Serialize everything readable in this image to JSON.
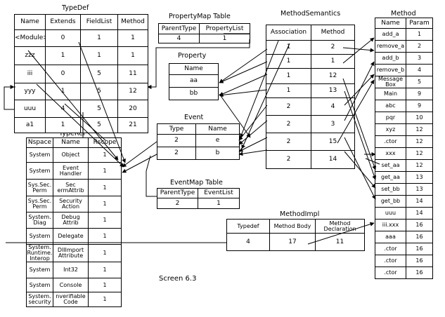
{
  "typedef": {
    "title": "TypeDef",
    "columns": [
      "Name",
      "Extends",
      "FieldList",
      "Method"
    ],
    "rows": [
      [
        "<Module>",
        "0",
        "1",
        "1"
      ],
      [
        "zzz",
        "1",
        "1",
        "1"
      ],
      [
        "iii",
        "0",
        "5",
        "11"
      ],
      [
        "yyy",
        "1",
        "5",
        "12"
      ],
      [
        "uuu",
        "4",
        "5",
        "20"
      ],
      [
        "a1",
        "1",
        "5",
        "21"
      ]
    ]
  },
  "propertymap": {
    "title": "PropertyMap Table",
    "columns": [
      "ParentType",
      "PropertyList"
    ],
    "rows": [
      [
        "4",
        "1"
      ]
    ]
  },
  "property": {
    "title": "Property",
    "columns": [
      "Name"
    ],
    "rows": [
      [
        "aa"
      ],
      [
        "bb"
      ]
    ]
  },
  "event": {
    "title": "Event",
    "columns": [
      "Type",
      "Name"
    ],
    "rows": [
      [
        "2",
        "e"
      ],
      [
        "2",
        "b"
      ]
    ]
  },
  "eventmap": {
    "title": "EventMap Table",
    "columns": [
      "ParentType",
      "EventList"
    ],
    "rows": [
      [
        "2",
        "1"
      ]
    ]
  },
  "typeref": {
    "title": "TypeRef",
    "columns": [
      "Nspace",
      "Name",
      "Rscope"
    ],
    "rows": [
      [
        "System",
        "Object",
        "1"
      ],
      [
        "System",
        "Event Handler",
        "1"
      ],
      [
        "Sys.Sec. Perm",
        "Sec ermAttrib",
        "1"
      ],
      [
        "Sys.Sec. Perm",
        "Security Action",
        "1"
      ],
      [
        "System. Diag",
        "Debug Attrib",
        "1"
      ],
      [
        "System",
        "Delegate",
        "1"
      ],
      [
        "System. Runtime. Interop",
        "DllImport Attribute",
        "1"
      ],
      [
        "System",
        "Int32",
        "1"
      ],
      [
        "System",
        "Console",
        "1"
      ],
      [
        "System. security",
        "nverifiable Code",
        "1"
      ]
    ]
  },
  "methodsemantics": {
    "title": "MethodSemantics",
    "columns": [
      "Association",
      "Method"
    ],
    "rows": [
      [
        "1",
        "2"
      ],
      [
        "1",
        "1"
      ],
      [
        "1",
        "12"
      ],
      [
        "1",
        "13"
      ],
      [
        "2",
        "4"
      ],
      [
        "2",
        "3"
      ],
      [
        "2",
        "15"
      ],
      [
        "2",
        "14"
      ]
    ]
  },
  "method": {
    "title": "Method",
    "columns": [
      "Name",
      "Param"
    ],
    "rows": [
      [
        "add_a",
        "1"
      ],
      [
        "remove_a",
        "2"
      ],
      [
        "add_b",
        "3"
      ],
      [
        "remove_b",
        "4"
      ],
      [
        "Message Box",
        "5"
      ],
      [
        "Main",
        "9"
      ],
      [
        "abc",
        "9"
      ],
      [
        "pqr",
        "10"
      ],
      [
        "xyz",
        "12"
      ],
      [
        ".ctor",
        "12"
      ],
      [
        "xxx",
        "12"
      ],
      [
        "set_aa",
        "12"
      ],
      [
        "get_aa",
        "13"
      ],
      [
        "set_bb",
        "13"
      ],
      [
        "get_bb",
        "14"
      ],
      [
        "uuu",
        "14"
      ],
      [
        "iii.xxx",
        "16"
      ],
      [
        "aaa",
        "16"
      ],
      [
        ".ctor",
        "16"
      ],
      [
        ".ctor",
        "16"
      ],
      [
        ".ctor",
        "16"
      ]
    ]
  },
  "methodimpl": {
    "title": "MethodImpl",
    "columns": [
      "Typedef",
      "Method Body",
      "Method Declaration"
    ],
    "rows": [
      [
        "4",
        "17",
        "11"
      ]
    ]
  },
  "caption": "Screen 6.3"
}
